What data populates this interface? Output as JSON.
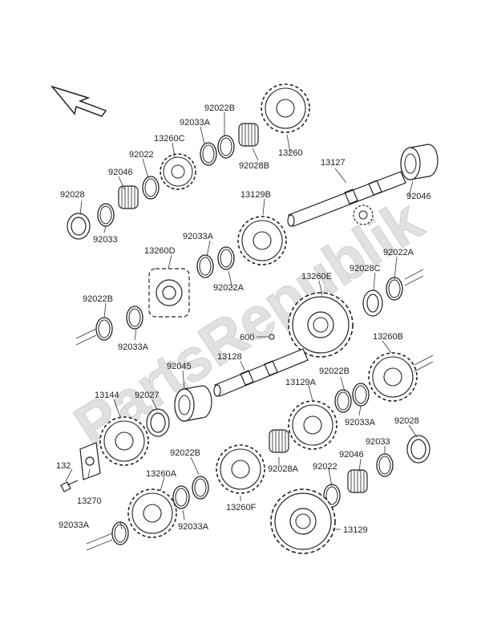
{
  "watermark": {
    "text": "PartsRepublik"
  },
  "labels": [
    {
      "id": "l1",
      "text": "92022B"
    },
    {
      "id": "l2",
      "text": "92033A"
    },
    {
      "id": "l3",
      "text": "13260C"
    },
    {
      "id": "l4",
      "text": "92022"
    },
    {
      "id": "l5",
      "text": "92046"
    },
    {
      "id": "l6",
      "text": "92028"
    },
    {
      "id": "l7",
      "text": "92033"
    },
    {
      "id": "l8",
      "text": "13260"
    },
    {
      "id": "l9",
      "text": "92028B"
    },
    {
      "id": "l10",
      "text": "13127"
    },
    {
      "id": "l11",
      "text": "92046"
    },
    {
      "id": "l12",
      "text": "13129B"
    },
    {
      "id": "l13",
      "text": "92033A"
    },
    {
      "id": "l14",
      "text": "13260D"
    },
    {
      "id": "l15",
      "text": "92022A"
    },
    {
      "id": "l16",
      "text": "92028C"
    },
    {
      "id": "l17",
      "text": "92022A"
    },
    {
      "id": "l18",
      "text": "13260E"
    },
    {
      "id": "l19",
      "text": "92022B"
    },
    {
      "id": "l20",
      "text": "92033A"
    },
    {
      "id": "l21",
      "text": "600"
    },
    {
      "id": "l22",
      "text": "13128"
    },
    {
      "id": "l23",
      "text": "13260B"
    },
    {
      "id": "l24",
      "text": "92045"
    },
    {
      "id": "l25",
      "text": "92022B"
    },
    {
      "id": "l26",
      "text": "13129A"
    },
    {
      "id": "l27",
      "text": "13144"
    },
    {
      "id": "l28",
      "text": "92027"
    },
    {
      "id": "l29",
      "text": "92033A"
    },
    {
      "id": "l30",
      "text": "92028"
    },
    {
      "id": "l31",
      "text": "92022B"
    },
    {
      "id": "l32",
      "text": "92033"
    },
    {
      "id": "l33",
      "text": "132"
    },
    {
      "id": "l34",
      "text": "13260A"
    },
    {
      "id": "l35",
      "text": "92028A"
    },
    {
      "id": "l36",
      "text": "92022"
    },
    {
      "id": "l37",
      "text": "92046"
    },
    {
      "id": "l38",
      "text": "13270"
    },
    {
      "id": "l39",
      "text": "13260F"
    },
    {
      "id": "l40",
      "text": "92033A"
    },
    {
      "id": "l41",
      "text": "92033A"
    },
    {
      "id": "l42",
      "text": "13129"
    }
  ]
}
